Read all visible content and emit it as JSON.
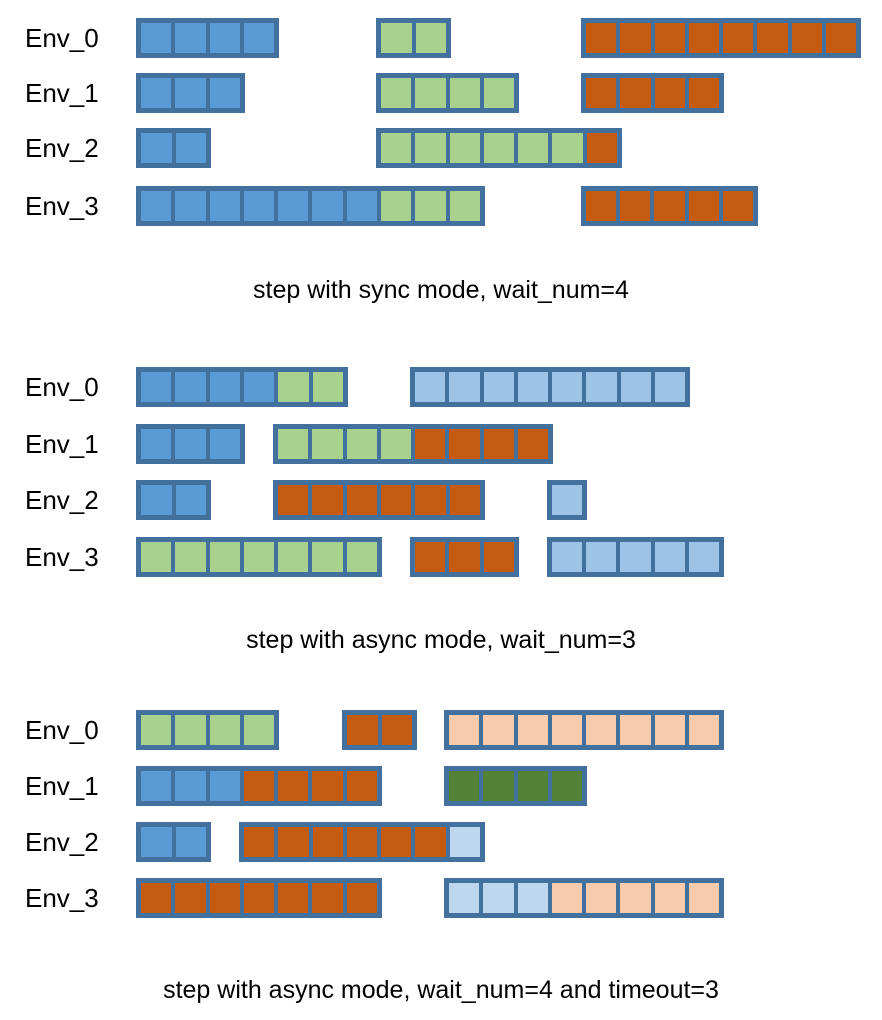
{
  "colors": {
    "border": "#41719C",
    "blue": "#5B9BD5",
    "green": "#A9D18E",
    "orange": "#C55A11",
    "lightblue": "#9DC3E6",
    "paleblue": "#BDD7EE",
    "peach": "#F8CBAD",
    "darkgreen": "#538135"
  },
  "panels": [
    {
      "id": "sync",
      "caption": "step with sync mode, wait_num=4",
      "rows": [
        {
          "label": "Env_0",
          "bars": [
            {
              "start": 0,
              "segments": [
                {
                  "color": "blue",
                  "count": 4
                }
              ]
            },
            {
              "start": 7,
              "segments": [
                {
                  "color": "green",
                  "count": 2
                }
              ]
            },
            {
              "start": 13,
              "segments": [
                {
                  "color": "orange",
                  "count": 8
                }
              ]
            }
          ]
        },
        {
          "label": "Env_1",
          "bars": [
            {
              "start": 0,
              "segments": [
                {
                  "color": "blue",
                  "count": 3
                }
              ]
            },
            {
              "start": 7,
              "segments": [
                {
                  "color": "green",
                  "count": 4
                }
              ]
            },
            {
              "start": 13,
              "segments": [
                {
                  "color": "orange",
                  "count": 4
                }
              ]
            }
          ]
        },
        {
          "label": "Env_2",
          "bars": [
            {
              "start": 0,
              "segments": [
                {
                  "color": "blue",
                  "count": 2
                }
              ]
            },
            {
              "start": 7,
              "segments": [
                {
                  "color": "green",
                  "count": 6
                },
                {
                  "color": "orange",
                  "count": 1
                }
              ]
            }
          ]
        },
        {
          "label": "Env_3",
          "bars": [
            {
              "start": 0,
              "segments": [
                {
                  "color": "blue",
                  "count": 7
                },
                {
                  "color": "green",
                  "count": 3
                }
              ]
            },
            {
              "start": 13,
              "segments": [
                {
                  "color": "orange",
                  "count": 5
                }
              ]
            }
          ]
        }
      ]
    },
    {
      "id": "async-wait3",
      "caption": "step with async mode, wait_num=3",
      "rows": [
        {
          "label": "Env_0",
          "bars": [
            {
              "start": 0,
              "segments": [
                {
                  "color": "blue",
                  "count": 4
                },
                {
                  "color": "green",
                  "count": 2
                }
              ]
            },
            {
              "start": 8,
              "segments": [
                {
                  "color": "lightblue",
                  "count": 8
                }
              ]
            }
          ]
        },
        {
          "label": "Env_1",
          "bars": [
            {
              "start": 0,
              "segments": [
                {
                  "color": "blue",
                  "count": 3
                }
              ]
            },
            {
              "start": 4,
              "segments": [
                {
                  "color": "green",
                  "count": 4
                },
                {
                  "color": "orange",
                  "count": 4
                }
              ]
            }
          ]
        },
        {
          "label": "Env_2",
          "bars": [
            {
              "start": 0,
              "segments": [
                {
                  "color": "blue",
                  "count": 2
                }
              ]
            },
            {
              "start": 4,
              "segments": [
                {
                  "color": "orange",
                  "count": 6
                }
              ]
            },
            {
              "start": 12,
              "segments": [
                {
                  "color": "lightblue",
                  "count": 1
                }
              ]
            }
          ]
        },
        {
          "label": "Env_3",
          "bars": [
            {
              "start": 0,
              "segments": [
                {
                  "color": "green",
                  "count": 7
                }
              ]
            },
            {
              "start": 8,
              "segments": [
                {
                  "color": "orange",
                  "count": 3
                }
              ]
            },
            {
              "start": 12,
              "segments": [
                {
                  "color": "lightblue",
                  "count": 5
                }
              ]
            }
          ]
        }
      ]
    },
    {
      "id": "async-wait4-timeout3",
      "caption": "step with async mode, wait_num=4 and timeout=3",
      "rows": [
        {
          "label": "Env_0",
          "bars": [
            {
              "start": 0,
              "segments": [
                {
                  "color": "green",
                  "count": 4
                }
              ]
            },
            {
              "start": 6,
              "segments": [
                {
                  "color": "orange",
                  "count": 2
                }
              ]
            },
            {
              "start": 9,
              "segments": [
                {
                  "color": "peach",
                  "count": 8
                }
              ]
            }
          ]
        },
        {
          "label": "Env_1",
          "bars": [
            {
              "start": 0,
              "segments": [
                {
                  "color": "blue",
                  "count": 3
                },
                {
                  "color": "orange",
                  "count": 4
                }
              ]
            },
            {
              "start": 9,
              "segments": [
                {
                  "color": "darkgreen",
                  "count": 4
                }
              ]
            }
          ]
        },
        {
          "label": "Env_2",
          "bars": [
            {
              "start": 0,
              "segments": [
                {
                  "color": "blue",
                  "count": 2
                }
              ]
            },
            {
              "start": 3,
              "segments": [
                {
                  "color": "orange",
                  "count": 6
                },
                {
                  "color": "paleblue",
                  "count": 1
                }
              ]
            }
          ]
        },
        {
          "label": "Env_3",
          "bars": [
            {
              "start": 0,
              "segments": [
                {
                  "color": "orange",
                  "count": 7
                }
              ]
            },
            {
              "start": 9,
              "segments": [
                {
                  "color": "paleblue",
                  "count": 3
                },
                {
                  "color": "peach",
                  "count": 5
                }
              ]
            }
          ]
        }
      ]
    }
  ]
}
